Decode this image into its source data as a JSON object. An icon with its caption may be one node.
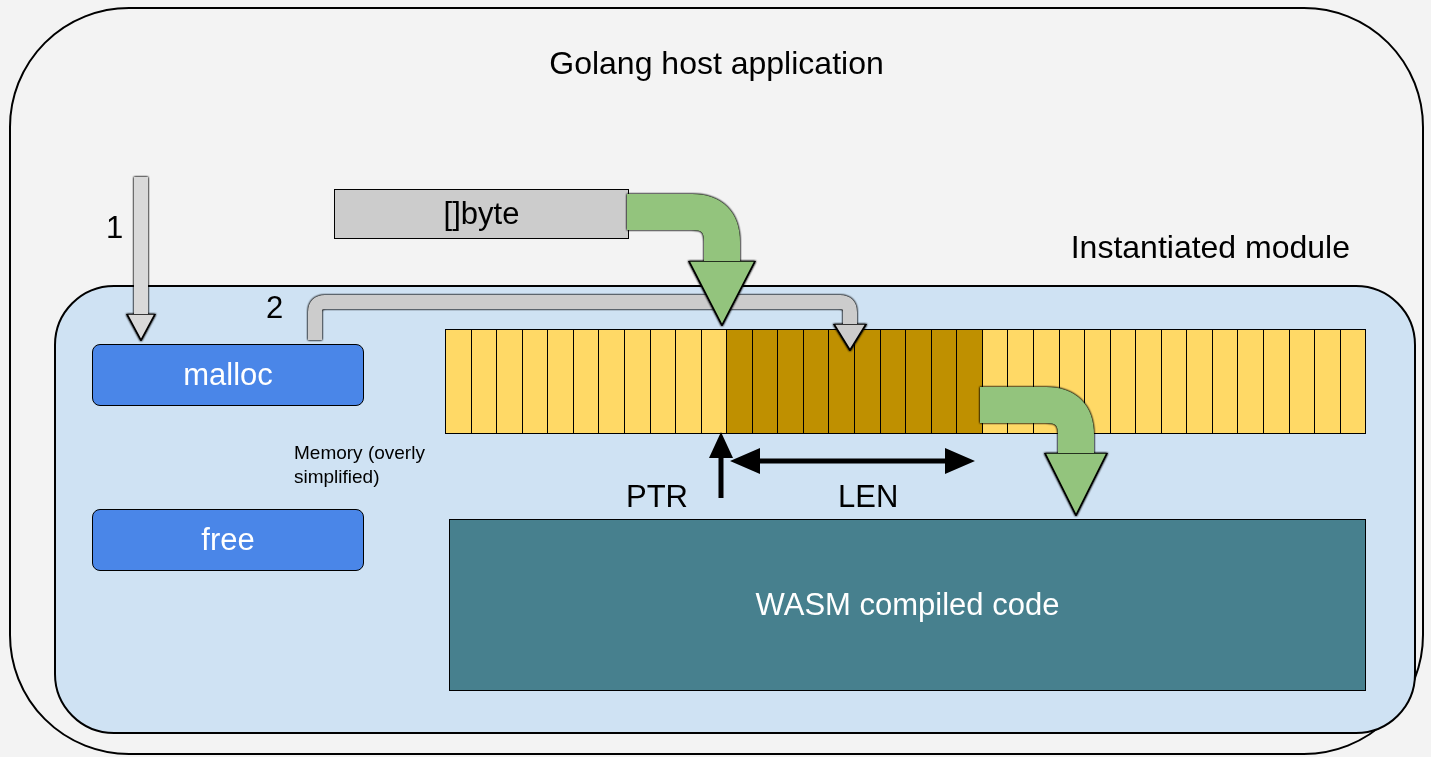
{
  "diagram": {
    "nodes": [
      {
        "text": [
          "Golang host application"
        ]
      },
      {
        "text": [
          "Instantiated module"
        ],
        "in": 0
      },
      {
        "text": [
          "malloc"
        ],
        "in": 1
      },
      {
        "text": [
          "free"
        ],
        "in": 1
      },
      {
        "text": [
          "[]byte"
        ],
        "in": 0
      },
      {
        "text": [],
        "shape": "bar",
        "in": 1,
        "beside": [
          "Memory (overly simplified)"
        ]
      },
      {
        "text": [
          "WASM compiled code"
        ],
        "in": 1
      }
    ],
    "edges": [
      {
        "from": null,
        "to": 2,
        "arrow": "to",
        "label": "1",
        "color": "#d9d9d9"
      },
      {
        "from": 2,
        "to": 5,
        "arrow": "to",
        "label": "2",
        "color": "#cccccc"
      },
      {
        "from": 4,
        "to": 5,
        "arrow": "to",
        "style": "thick",
        "color": "#93c47d"
      },
      {
        "from": 5,
        "to": 6,
        "arrow": "to",
        "style": "thick",
        "color": "#93c47d"
      }
    ],
    "labels": [
      "PTR",
      "LEN"
    ]
  }
}
